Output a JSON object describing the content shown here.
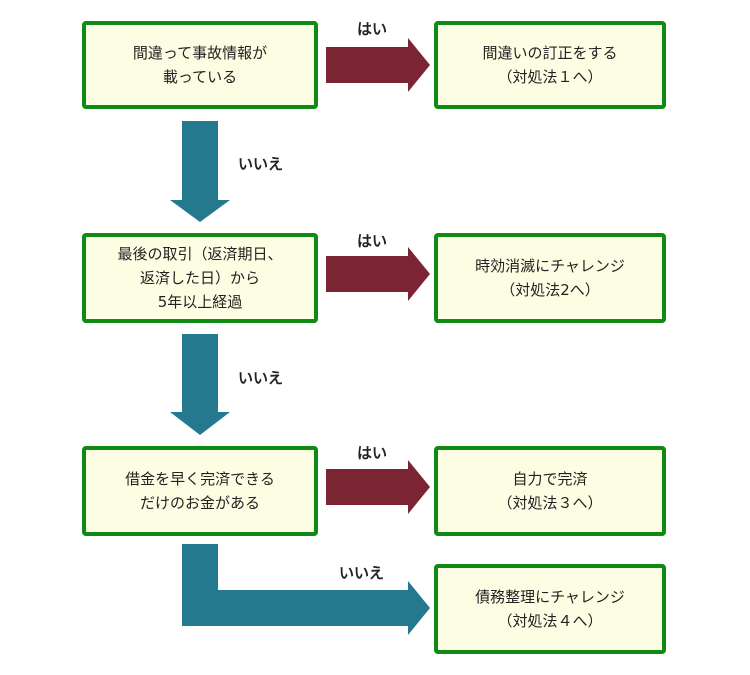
{
  "colors": {
    "box_border": "#0f8a12",
    "box_fill": "#fdfde3",
    "yes_arrow": "#7b2433",
    "no_arrow": "#24798f"
  },
  "questions": [
    {
      "text": "間違って事故情報が\n載っている"
    },
    {
      "text": "最後の取引（返済期日、\n返済した日）から\n5年以上経過"
    },
    {
      "text": "借金を早く完済できる\nだけのお金がある"
    }
  ],
  "outcomes": [
    {
      "text": "間違いの訂正をする\n（対処法１へ）"
    },
    {
      "text": "時効消滅にチャレンジ\n（対処法2へ）"
    },
    {
      "text": "自力で完済\n（対処法３へ）"
    },
    {
      "text": "債務整理にチャレンジ\n（対処法４へ）"
    }
  ],
  "labels": {
    "yes": "はい",
    "no": "いいえ"
  }
}
